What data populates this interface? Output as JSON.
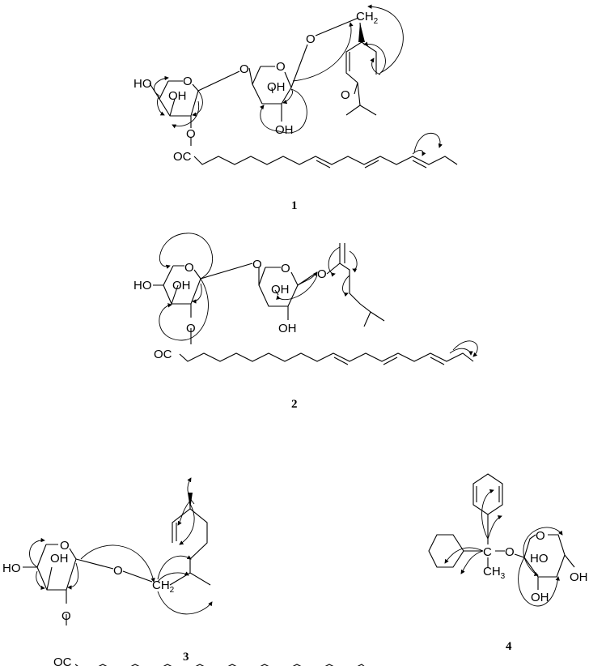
{
  "compounds": [
    {
      "label": "1",
      "atoms": {
        "ho": "HO",
        "oh1": "OH",
        "oh2": "OH",
        "oh3": "OH",
        "o_ring1": "O",
        "o_ring2": "O",
        "o_link": "O",
        "o_glyc": "O",
        "o_ester": "O",
        "o_ketone": "O",
        "oc": "OC",
        "ch": "CH",
        "ch_sub": "2"
      }
    },
    {
      "label": "2",
      "atoms": {
        "ho": "HO",
        "oh1": "OH",
        "oh2": "OH",
        "oh3": "OH",
        "o_ring1": "O",
        "o_ring2": "O",
        "o_link": "O",
        "o_glyc": "O",
        "o_ester": "O",
        "oc": "OC"
      }
    },
    {
      "label": "3",
      "atoms": {
        "ho": "HO",
        "oh1": "OH",
        "o_ring1": "O",
        "o_glyc": "O",
        "o_ester": "O",
        "oc": "OC",
        "ch": "CH",
        "ch_sub": "2"
      }
    },
    {
      "label": "4",
      "atoms": {
        "c": "C",
        "o_glyc": "O",
        "o_ring": "O",
        "ho": "HO",
        "oh1": "OH",
        "oh2": "OH",
        "ch": "CH",
        "ch_sub": "3"
      }
    }
  ]
}
